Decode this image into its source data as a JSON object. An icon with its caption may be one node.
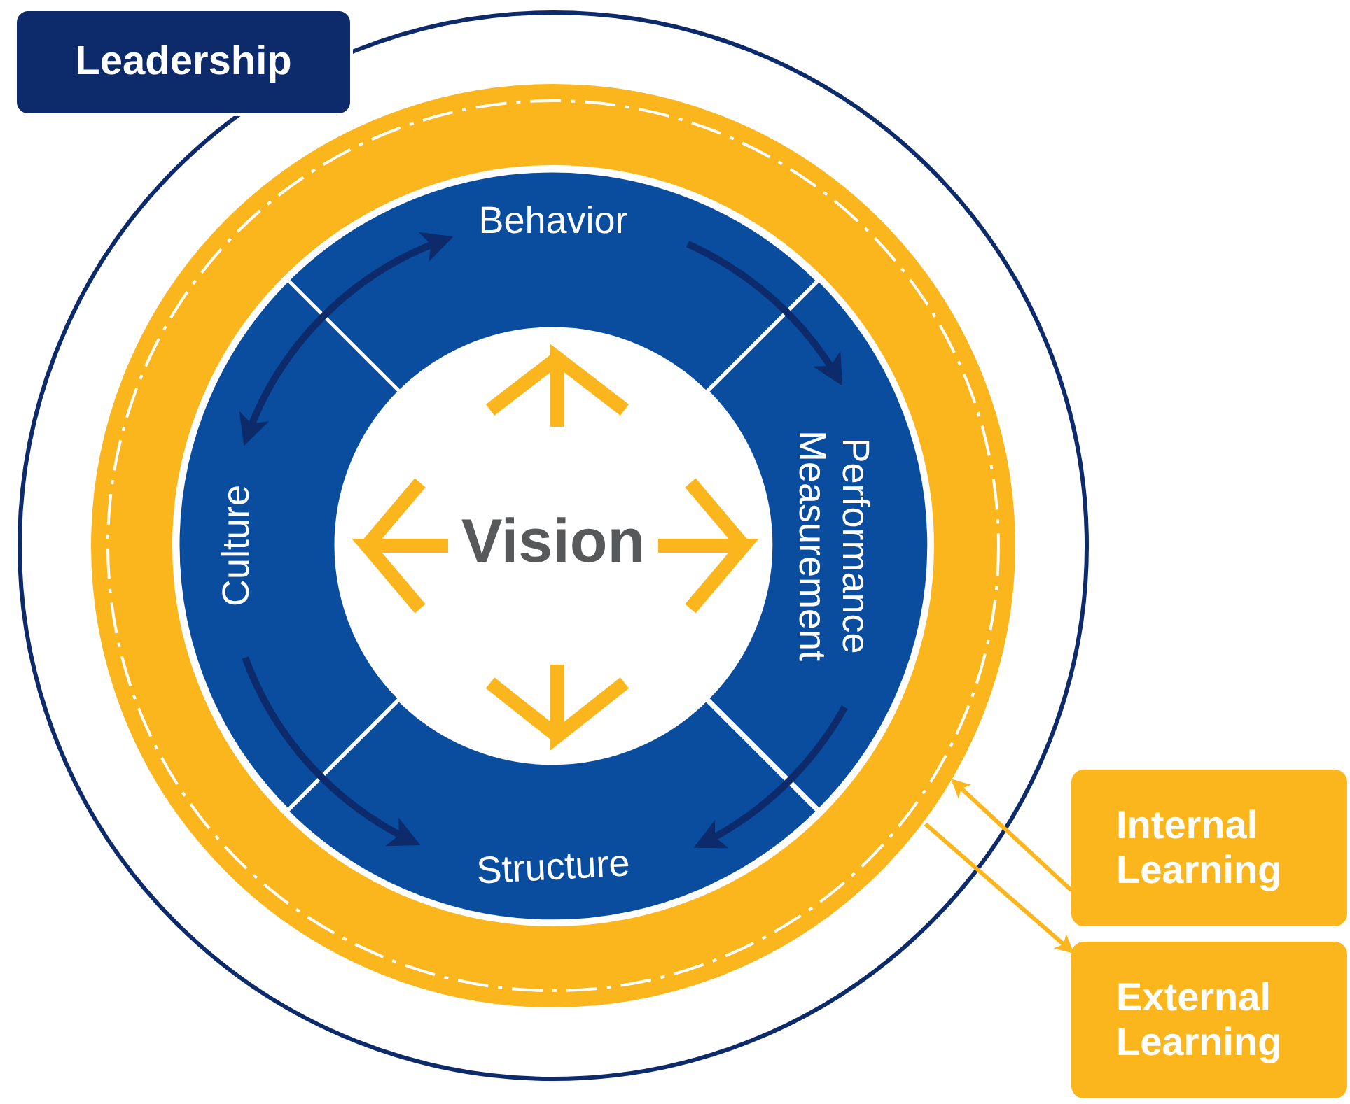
{
  "diagram": {
    "nodes": [
      {
        "text": [
          "Leadership"
        ]
      },
      {
        "text": [],
        "shape": "circle",
        "in": 0
      },
      {
        "text": [
          "Behavior"
        ],
        "in": 1
      },
      {
        "text": [
          "Culture"
        ],
        "in": 1
      },
      {
        "text": [
          "Vision"
        ],
        "in": 1
      },
      {
        "text": [
          "Performance Measurement"
        ],
        "in": 1
      },
      {
        "text": [
          "Structure"
        ],
        "in": 1
      },
      {
        "text": [
          "Internal Learning"
        ]
      },
      {
        "text": [
          "External Learning"
        ]
      }
    ],
    "edges": [
      {
        "from": 2,
        "to": 5,
        "arrow": "to"
      },
      {
        "from": 5,
        "to": 6,
        "arrow": "to"
      },
      {
        "from": 3,
        "to": 6,
        "arrow": "to"
      },
      {
        "from": 2,
        "to": 3,
        "arrow": "both"
      },
      {
        "from": 7,
        "to": 1,
        "arrow": "to",
        "color": "#fbb61e"
      },
      {
        "from": 1,
        "to": 8,
        "arrow": "to",
        "color": "#fbb61e"
      }
    ]
  }
}
